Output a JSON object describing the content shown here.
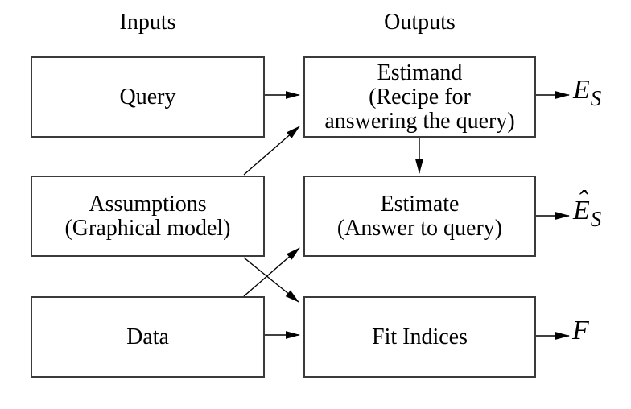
{
  "colors": {
    "ink": "#000000",
    "box_border": "#3a3a3a",
    "background": "#ffffff"
  },
  "headers": {
    "inputs": "Inputs",
    "outputs": "Outputs"
  },
  "boxes": {
    "query": {
      "lines": [
        "Query"
      ]
    },
    "estimand": {
      "lines": [
        "Estimand",
        "(Recipe for",
        "answering the query)"
      ]
    },
    "assumptions": {
      "lines": [
        "Assumptions",
        "(Graphical model)"
      ]
    },
    "estimate": {
      "lines": [
        "Estimate",
        "(Answer to query)"
      ]
    },
    "data": {
      "lines": [
        "Data"
      ]
    },
    "fit": {
      "lines": [
        "Fit Indices"
      ]
    }
  },
  "output_labels": {
    "estimand": {
      "base": "E",
      "sub": "S"
    },
    "estimate": {
      "hat": "ˆ",
      "base": "E",
      "sub": "S"
    },
    "fit": {
      "base": "F"
    }
  },
  "edges": [
    {
      "from": "query",
      "to": "estimand"
    },
    {
      "from": "assumptions",
      "to": "estimand"
    },
    {
      "from": "estimand",
      "to": "estimate"
    },
    {
      "from": "assumptions",
      "to": "fit-indices"
    },
    {
      "from": "data",
      "to": "estimate"
    },
    {
      "from": "data",
      "to": "fit-indices"
    },
    {
      "from": "estimand",
      "to": "output-es"
    },
    {
      "from": "estimate",
      "to": "output-es-hat"
    },
    {
      "from": "fit-indices",
      "to": "output-f"
    }
  ]
}
